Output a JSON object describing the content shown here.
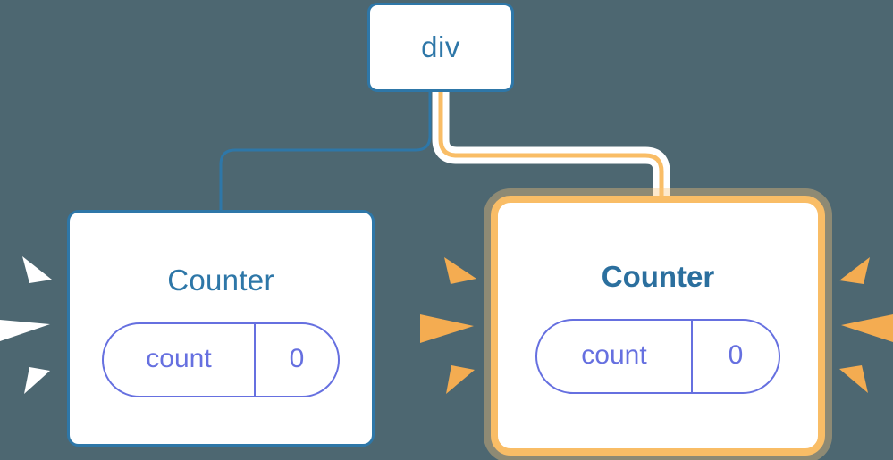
{
  "diagram": {
    "background_color": "#4d6771",
    "title_color": "#2e77a8",
    "highlight_color": "#f9bd66",
    "state_color": "#6670e0",
    "wire_color_idle": "#2e77a8",
    "wire_color_active": "#f9bd66",
    "wire_halo_color": "#ffffff",
    "sparkle_color_idle": "#ffffff",
    "sparkle_color_active": "#f4ac51"
  },
  "nodes": {
    "root": {
      "label": "div"
    },
    "left_counter": {
      "title": "Counter",
      "state": {
        "key": "count",
        "value": "0"
      },
      "highlighted": "false"
    },
    "right_counter": {
      "title": "Counter",
      "state": {
        "key": "count",
        "value": "0"
      },
      "highlighted": "true"
    }
  }
}
